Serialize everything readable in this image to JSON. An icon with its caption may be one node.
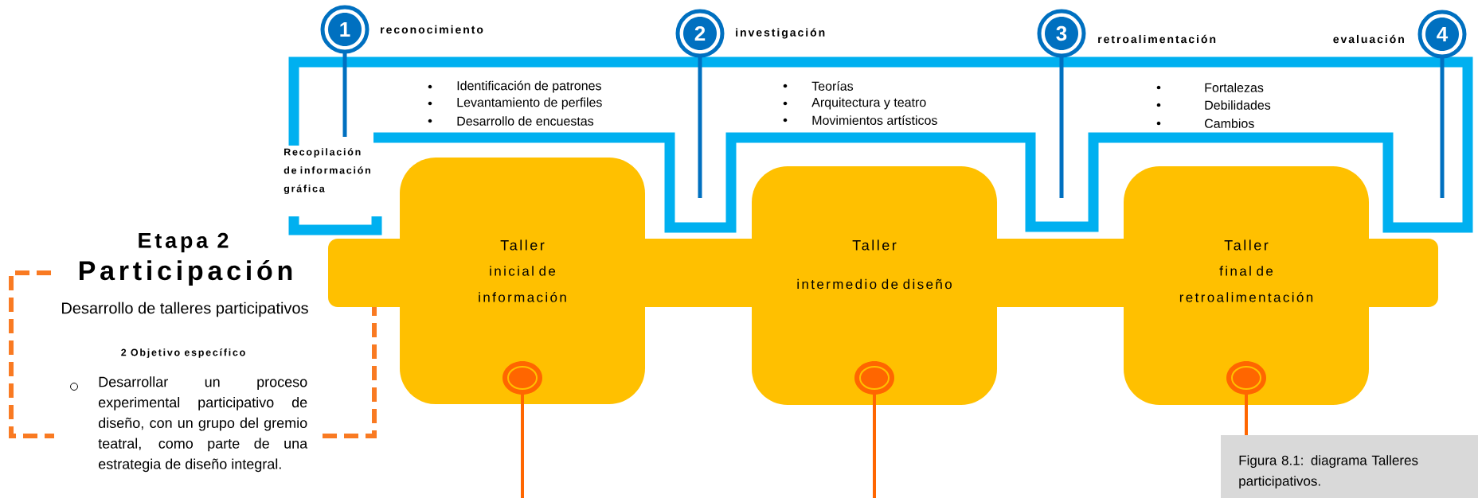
{
  "diagram": {
    "caption": "Figura 8.1: diagrama Talleres participativos.",
    "nodes": [
      {
        "text": [
          "1"
        ],
        "beside": [
          "reconocimiento"
        ]
      },
      {
        "text": [
          "2"
        ],
        "beside": [
          "investigación"
        ]
      },
      {
        "text": [
          "3"
        ],
        "beside": [
          "retroalimentación"
        ]
      },
      {
        "text": [
          "4"
        ],
        "beside": [
          "evaluación"
        ]
      },
      {
        "text": [
          "Taller",
          "inicial de información"
        ]
      },
      {
        "text": [
          "Taller",
          "intermedio de diseño"
        ]
      },
      {
        "text": [
          "Taller",
          "final de retroalimentación"
        ]
      },
      {
        "text": [
          "Etapa 2",
          "Participación",
          "Desarrollo de talleres participativos",
          "2 Objetivo específico",
          "Desarrollar un proceso experimental participativo de diseño, con un grupo del gremio teatral, como parte de una estrategia de diseño integral."
        ]
      },
      {
        "text": [],
        "shape": "bar"
      }
    ],
    "labels": [
      "Identificación de patrones",
      "Levantamiento de perfiles",
      "Desarrollo de encuestas",
      "Teorías",
      "Arquitectura y teatro",
      "Movimientos artísticos",
      "Fortalezas",
      "Debilidades",
      "Cambios",
      "Recopilación de información gráfica"
    ]
  }
}
